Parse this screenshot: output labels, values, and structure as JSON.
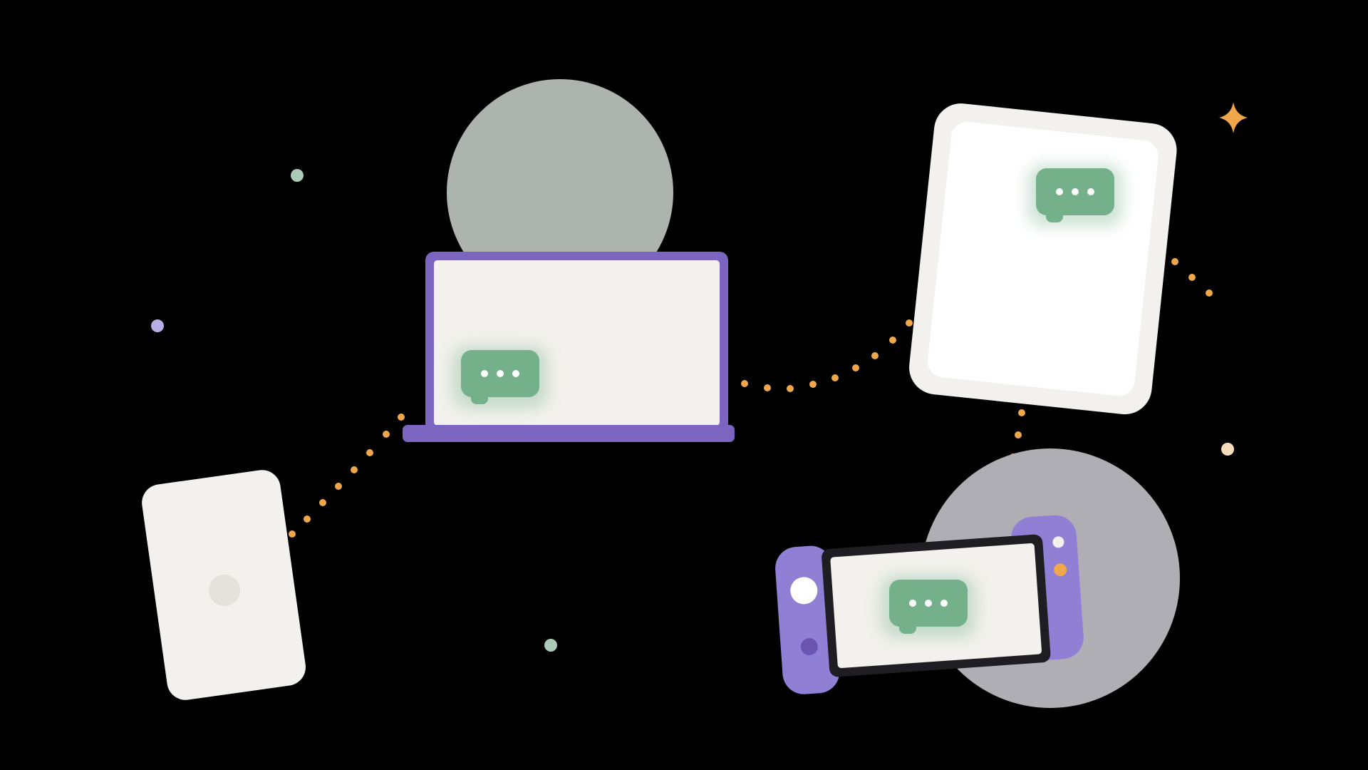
{
  "scene": {
    "background": "#000000",
    "palette": {
      "device_light": "#f2f1ed",
      "device_white": "#ffffff",
      "purple": "#7b65c1",
      "purple_light": "#8f80d6",
      "bubble_green": "#74b08a",
      "connector_orange": "#f0a64a",
      "circle_sage": "#adb4ad",
      "circle_gray": "#aeaeb4"
    },
    "devices": [
      {
        "name": "phone",
        "icon": "phone-icon"
      },
      {
        "name": "laptop",
        "icon": "laptop-icon"
      },
      {
        "name": "tablet",
        "icon": "tablet-icon"
      },
      {
        "name": "handheld-console",
        "icon": "game-console-icon"
      }
    ],
    "chat_bubbles": [
      {
        "device": "laptop",
        "icon": "chat-bubble-icon"
      },
      {
        "device": "tablet",
        "icon": "chat-bubble-icon"
      },
      {
        "device": "handheld-console",
        "icon": "chat-bubble-icon"
      }
    ],
    "decorations": [
      "sparkle-icon",
      "dot-sage",
      "dot-lavender",
      "dot-cream",
      "dot-mint"
    ]
  }
}
